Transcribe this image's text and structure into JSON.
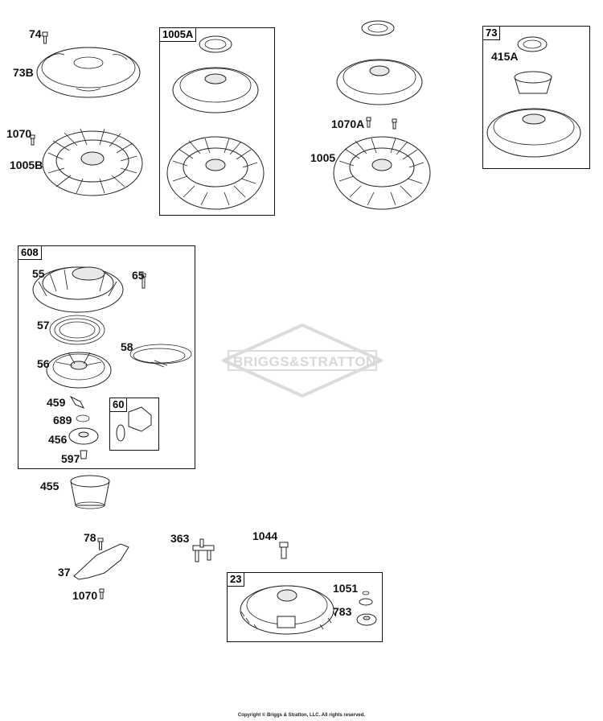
{
  "labels": {
    "p74": "74",
    "p73b": "73B",
    "p1070_top": "1070",
    "p1005b": "1005B",
    "p1070a": "1070A",
    "p1005": "1005",
    "p415a": "415A",
    "p55": "55",
    "p65": "65",
    "p57": "57",
    "p58": "58",
    "p56": "56",
    "p459": "459",
    "p689": "689",
    "p456": "456",
    "p597": "597",
    "p455": "455",
    "p78": "78",
    "p37": "37",
    "p1070_bottom": "1070",
    "p363": "363",
    "p1044": "1044",
    "p1051": "1051",
    "p783": "783"
  },
  "groups": {
    "g1005a": "1005A",
    "g73": "73",
    "g608": "608",
    "g60": "60",
    "g23": "23"
  },
  "watermark": {
    "text": "BRIGGS&STRATTON"
  },
  "footer": {
    "copyright": "Copyright © Briggs & Stratton, LLC. All rights reserved."
  }
}
